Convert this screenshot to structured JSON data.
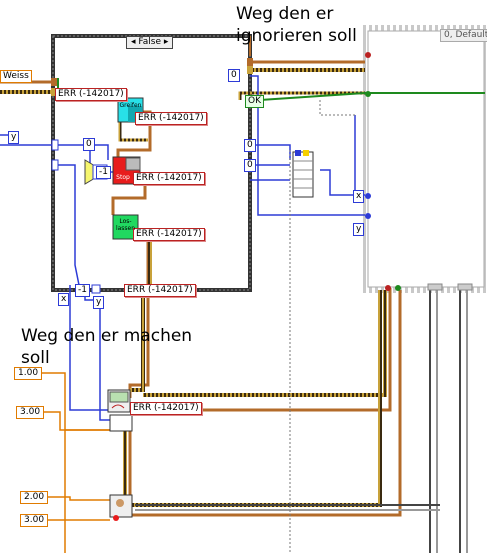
{
  "annotations": {
    "ignore_line1": "Weg den er",
    "ignore_line2": "ignorieren soll",
    "make_line1": "Weg den er machen",
    "make_line2": "soll"
  },
  "case_structure": {
    "selector": "False",
    "selector_left_arrow": "◂",
    "selector_right_arrow": "▸"
  },
  "right_frame": {
    "selector": "0, Default"
  },
  "error_clusters": [
    "ERR (-142017)",
    "ERR (-142017)",
    "ERR (-142017)",
    "ERR (-142017)",
    "ERR (-142017)",
    "ERR (-142017)"
  ],
  "subvis": {
    "greifen": "Greifen",
    "stop": "Stop",
    "loslassen": "Los-lassen"
  },
  "constants": {
    "weiss": "Weiss",
    "zero_a": "0",
    "zero_b": "0",
    "zero_c": "0",
    "zero_d": "0",
    "ok": "OK",
    "v100": "1.00",
    "v300a": "3.00",
    "v200": "2.00",
    "v300b": "3.00",
    "neg1": "-1",
    "neg1b": "-1"
  },
  "terminals": {
    "y_top": "y",
    "x_bottom": "x",
    "y_bottom": "y",
    "x_right": "x",
    "y_right": "y"
  },
  "colors": {
    "error_wire": "#b36b2a",
    "bool_wire": "#1e8a1e",
    "numeric_wire": "#2d3bd6",
    "float_wire": "#e07b00",
    "frame": "#333333"
  }
}
